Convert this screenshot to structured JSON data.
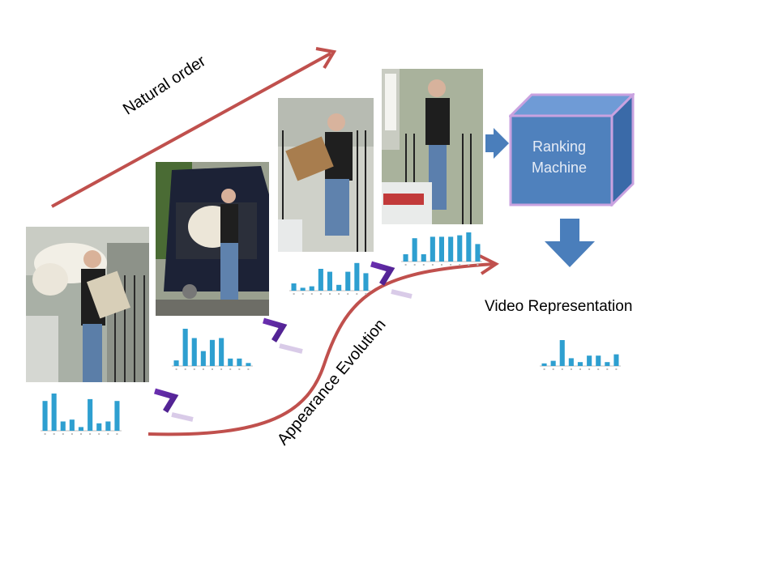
{
  "labels": {
    "natural_order": "Natural order",
    "appearance_evolution": "Appearance Evolution",
    "video_representation": "Video Representation",
    "ranking_machine_line1": "Ranking",
    "ranking_machine_line2": "Machine"
  },
  "colors": {
    "order_arrow": "#c0504d",
    "cube_front": "#4f81bd",
    "cube_top": "#6f9bd6",
    "cube_side": "#3a6aa8",
    "cube_glow": "#c9a2e0",
    "flow_arrow": "#4a7ebb",
    "rank_symbol": "#6a2fb0",
    "hist_bar": "#2e9fd0"
  },
  "frames": [
    {
      "id": "frame-1",
      "icon": "photo-woman-carrying-rug",
      "histogram": [
        0.8,
        1.0,
        0.25,
        0.3,
        0.1,
        0.85,
        0.2,
        0.25,
        0.8
      ]
    },
    {
      "id": "frame-2",
      "icon": "photo-woman-at-car-trunk",
      "histogram": [
        0.15,
        1.0,
        0.75,
        0.4,
        0.7,
        0.75,
        0.2,
        0.2,
        0.08
      ]
    },
    {
      "id": "frame-3",
      "icon": "photo-woman-carrying-box",
      "histogram": [
        0.25,
        0.1,
        0.15,
        0.75,
        0.65,
        0.2,
        0.65,
        0.95,
        0.6
      ]
    },
    {
      "id": "frame-4",
      "icon": "photo-woman-standing",
      "histogram": [
        0.25,
        0.8,
        0.25,
        0.85,
        0.85,
        0.85,
        0.9,
        1.0,
        0.6
      ]
    }
  ],
  "video_representation_histogram": [
    0.1,
    0.2,
    1.0,
    0.3,
    0.15,
    0.4,
    0.4,
    0.15,
    0.45
  ]
}
